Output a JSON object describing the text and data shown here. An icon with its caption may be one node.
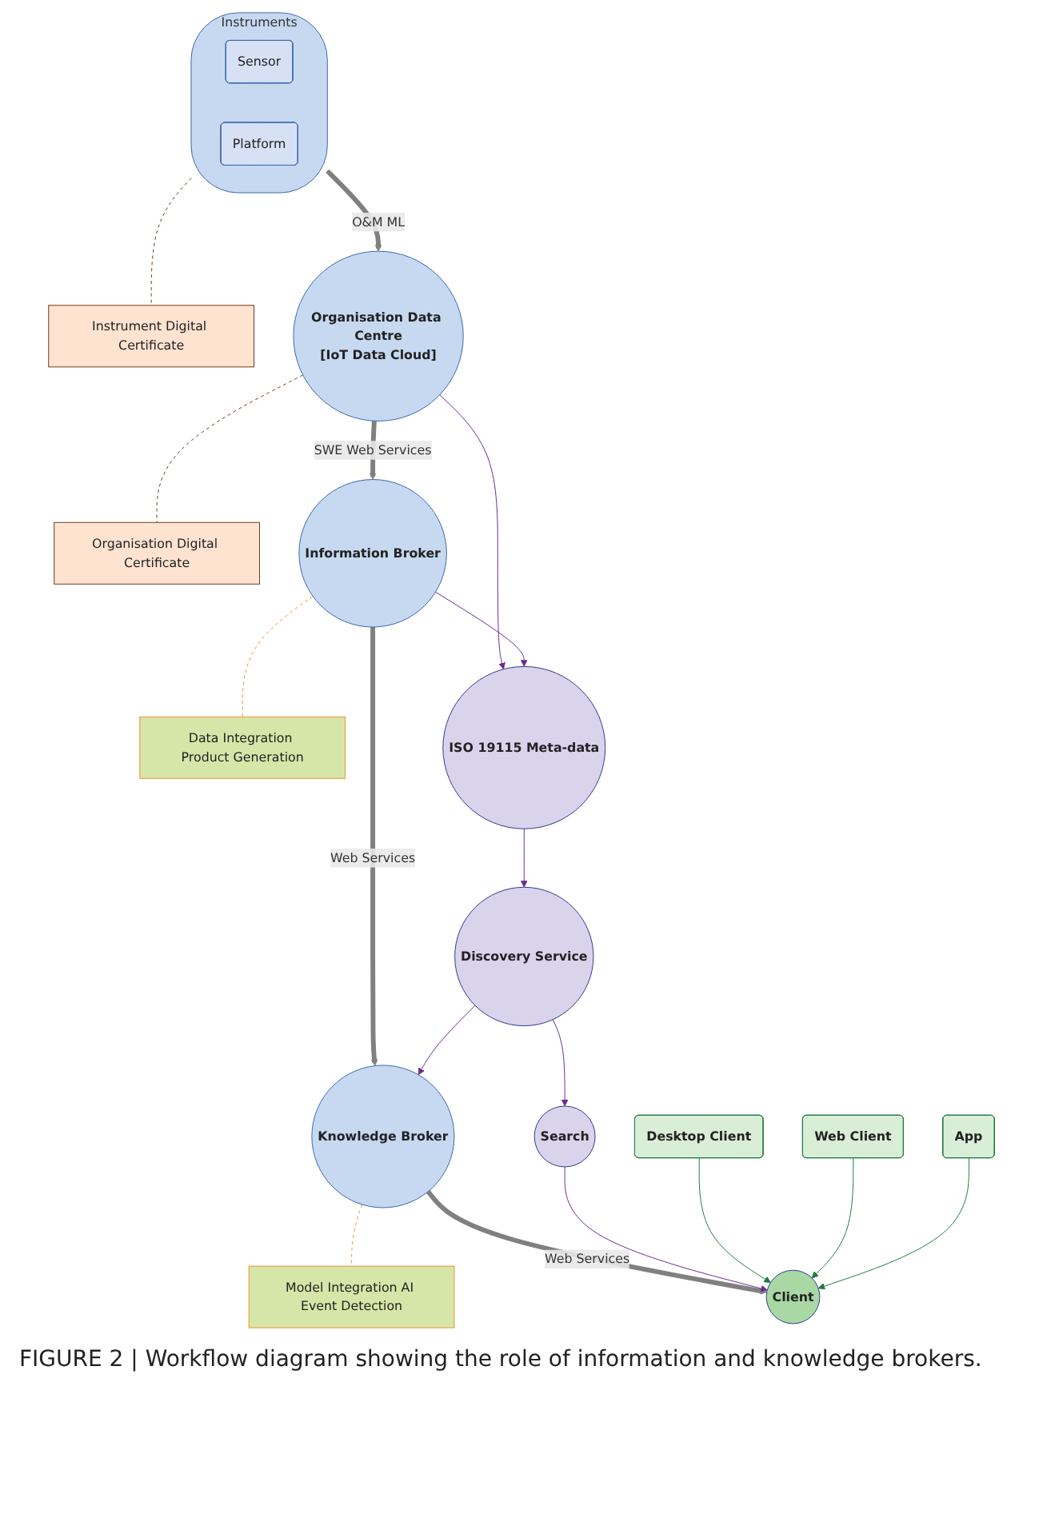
{
  "diagram": {
    "caption": "FIGURE 2 | Workflow diagram showing the role of information and knowledge brokers.",
    "nodes": [
      {
        "text": [
          "Instrument Digital Certificate"
        ]
      },
      {
        "text": [
          "Instruments"
        ]
      },
      {
        "text": [
          "Sensor"
        ],
        "in": 1
      },
      {
        "text": [
          "Platform"
        ],
        "in": 1
      },
      {
        "text": [
          "Organisation Digital Certificate"
        ]
      },
      {
        "text": [
          "Organisation Data Centre",
          "[IoT Data Cloud]"
        ]
      },
      {
        "text": [
          "Data Integration Product Generation"
        ]
      },
      {
        "text": [
          "Information Broker"
        ]
      },
      {
        "text": [
          "ISO 19115 Meta-data"
        ]
      },
      {
        "text": [
          "Model Integration AI Event Detection"
        ]
      },
      {
        "text": [
          "Knowledge Broker"
        ]
      },
      {
        "text": [
          "Client"
        ]
      },
      {
        "text": [
          "Discovery Service"
        ]
      },
      {
        "text": [
          "Search"
        ]
      },
      {
        "text": [
          "Desktop Client"
        ]
      },
      {
        "text": [
          "Web Client"
        ]
      },
      {
        "text": [
          "App"
        ]
      }
    ],
    "edges": [
      {
        "from": 1,
        "to": 0,
        "arrow": "none",
        "style": "dashed",
        "color": "#6b3a1e"
      },
      {
        "from": 5,
        "to": 4,
        "arrow": "none",
        "style": "dashed",
        "color": "#6b3a1e"
      },
      {
        "from": 1,
        "to": 5,
        "arrow": "to",
        "label": "O&M ML",
        "style": "thick",
        "color": "#808080"
      },
      {
        "from": 5,
        "to": 7,
        "arrow": "to",
        "label": "SWE Web Services",
        "style": "thick",
        "color": "#808080"
      },
      {
        "from": 7,
        "to": 6,
        "arrow": "none",
        "style": "dashed",
        "color": "#f0922b"
      },
      {
        "from": 5,
        "to": 8,
        "arrow": "to",
        "color": "#6a2c91"
      },
      {
        "from": 7,
        "to": 8,
        "arrow": "to",
        "color": "#6a2c91"
      },
      {
        "from": 7,
        "to": 10,
        "arrow": "to",
        "label": "Web Services",
        "style": "thick",
        "color": "#808080"
      },
      {
        "from": 10,
        "to": 9,
        "arrow": "none",
        "style": "dashed",
        "color": "#f0922b"
      },
      {
        "from": 8,
        "to": 12,
        "arrow": "to",
        "color": "#6a2c91"
      },
      {
        "from": 12,
        "to": 10,
        "arrow": "to",
        "color": "#6a2c91"
      },
      {
        "from": 10,
        "to": 11,
        "arrow": "to",
        "label": "Web Services",
        "style": "thick",
        "color": "#808080"
      },
      {
        "from": 12,
        "to": 13,
        "arrow": "to",
        "color": "#6a2c91"
      },
      {
        "from": 13,
        "to": 11,
        "arrow": "to",
        "color": "#6a2c91"
      },
      {
        "from": 14,
        "to": 11,
        "arrow": "to",
        "color": "#1e7b3c"
      },
      {
        "from": 15,
        "to": 11,
        "arrow": "to",
        "color": "#1e7b3c"
      },
      {
        "from": 16,
        "to": 11,
        "arrow": "to",
        "color": "#1e7b3c"
      }
    ]
  }
}
